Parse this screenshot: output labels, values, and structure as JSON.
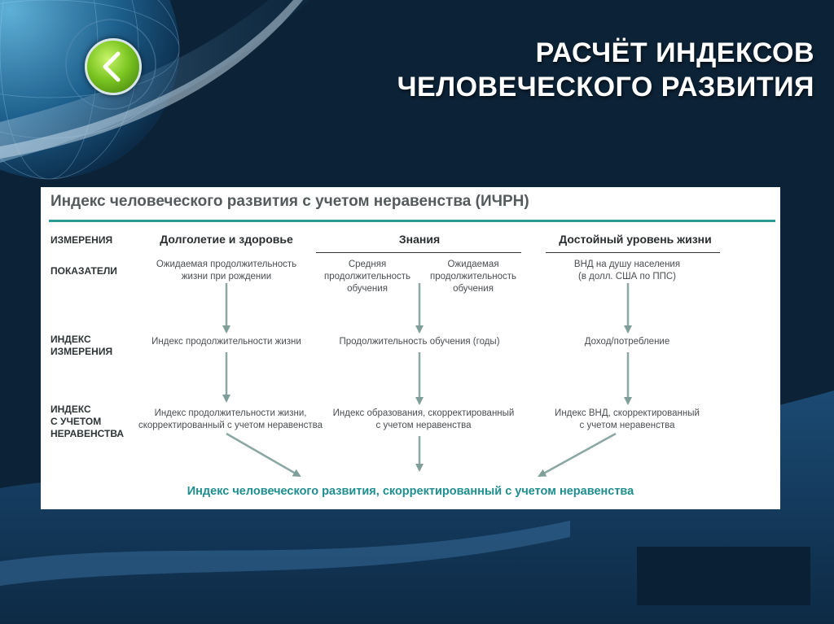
{
  "slide": {
    "title_line1": "РАСЧЁТ ИНДЕКСОВ",
    "title_line2": "ЧЕЛОВЕЧЕСКОГО РАЗВИТИЯ",
    "back_icon": "chevron-left-icon"
  },
  "diagram": {
    "title": "Индекс человеческого развития с учетом неравенства (ИЧРН)",
    "row_labels": {
      "measurements": "ИЗМЕРЕНИЯ",
      "indicators": "ПОКАЗАТЕЛИ",
      "dimension_index_1": "ИНДЕКС",
      "dimension_index_2": "ИЗМЕРЕНИЯ",
      "adjusted_index_1": "ИНДЕКС",
      "adjusted_index_2": "С УЧЕТОМ",
      "adjusted_index_3": "НЕРАВЕНСТВА"
    },
    "columns": {
      "health": "Долголетие и здоровье",
      "knowledge": "Знания",
      "living": "Достойный уровень жизни"
    },
    "indicators": {
      "life_expectancy_1": "Ожидаемая продолжительность",
      "life_expectancy_2": "жизни при рождении",
      "mean_schooling_1": "Средняя",
      "mean_schooling_2": "продолжительность",
      "mean_schooling_3": "обучения",
      "expected_schooling_1": "Ожидаемая",
      "expected_schooling_2": "продолжительность",
      "expected_schooling_3": "обучения",
      "gni_1": "ВНД на душу населения",
      "gni_2": "(в долл. США по ППС)"
    },
    "dimension_indices": {
      "health": "Индекс продолжительности жизни",
      "knowledge": "Продолжительность обучения (годы)",
      "living": "Доход/потребление"
    },
    "adjusted_indices": {
      "health_1": "Индекс продолжительности жизни,",
      "health_2": "скорректированный с учетом неравенства",
      "knowledge_1": "Индекс образования, скорректированный",
      "knowledge_2": "с учетом неравенства",
      "living_1": "Индекс ВНД, скорректированный",
      "living_2": "с учетом неравенства"
    },
    "final": "Индекс человеческого развития, скорректированный с учетом неравенства"
  }
}
